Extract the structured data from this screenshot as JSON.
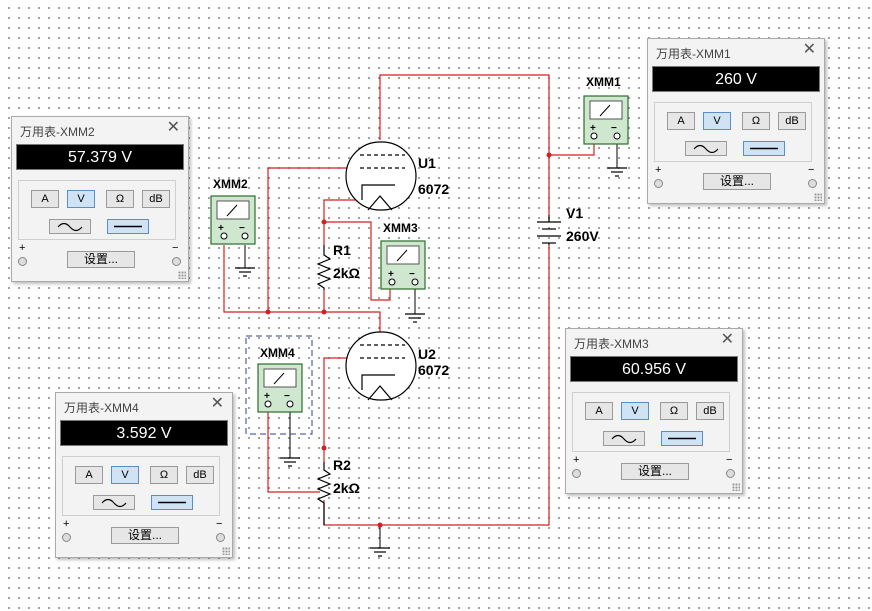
{
  "components": {
    "u1": {
      "ref": "U1",
      "value": "6072"
    },
    "u2": {
      "ref": "U2",
      "value": "6072"
    },
    "r1": {
      "ref": "R1",
      "value": "2kΩ"
    },
    "r2": {
      "ref": "R2",
      "value": "2kΩ"
    },
    "v1": {
      "ref": "V1",
      "value": "260V"
    },
    "xmm1": {
      "ref": "XMM1"
    },
    "xmm2": {
      "ref": "XMM2"
    },
    "xmm3": {
      "ref": "XMM3"
    },
    "xmm4": {
      "ref": "XMM4"
    }
  },
  "panels": {
    "xmm1": {
      "title": "万用表-XMM1",
      "reading": "260 V"
    },
    "xmm2": {
      "title": "万用表-XMM2",
      "reading": "57.379 V"
    },
    "xmm3": {
      "title": "万用表-XMM3",
      "reading": "60.956 V"
    },
    "xmm4": {
      "title": "万用表-XMM4",
      "reading": "3.592 V"
    }
  },
  "meter": {
    "btn_a": "A",
    "btn_v": "V",
    "btn_ohm": "Ω",
    "btn_db": "dB",
    "settings": "设置...",
    "plus": "+",
    "minus": "−",
    "close": "✕",
    "active_mode": "V",
    "active_wave": "dc"
  },
  "colors": {
    "wire": "#d42020",
    "wire_dark": "#000000",
    "meter_face": "#cfe6cf",
    "meter_border": "#2c6e2c",
    "selection": "#2b3f8f"
  }
}
